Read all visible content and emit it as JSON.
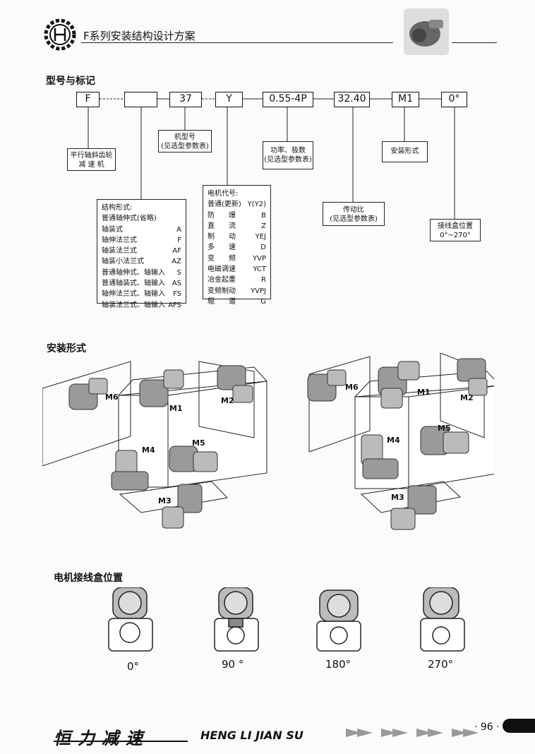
{
  "header": {
    "title": "F系列安装结构设计方案"
  },
  "model_section": {
    "title": "型号与标记",
    "codes": [
      "F",
      "",
      "37",
      "Y",
      "0.55-4P",
      "32.40",
      "M1",
      "0°"
    ],
    "desc_gear": [
      "平行轴斜齿轮",
      "减 速 机"
    ],
    "desc_frame": [
      "机型号",
      "(见选型参数表)"
    ],
    "desc_power": [
      "功率、极数",
      "(见选型参数表)"
    ],
    "desc_mount": "安装形式",
    "desc_ratio": [
      "传动比",
      "(见选型参数表)"
    ],
    "desc_box": [
      "接线盒位置",
      "0°~270°"
    ],
    "struct_title": "结构形式:",
    "struct_items": [
      {
        "n": "普通轴伸式(省略)",
        "c": ""
      },
      {
        "n": "轴装式",
        "c": "A"
      },
      {
        "n": "轴伸法兰式",
        "c": "F"
      },
      {
        "n": "轴装法兰式",
        "c": "AF"
      },
      {
        "n": "轴装小法兰式",
        "c": "AZ"
      },
      {
        "n": "普通轴伸式、轴输入",
        "c": "S"
      },
      {
        "n": "普通轴装式、轴输入",
        "c": "AS"
      },
      {
        "n": "轴伸法兰式、轴输入",
        "c": "FS"
      },
      {
        "n": "轴装法兰式、轴输入",
        "c": "AFS"
      }
    ],
    "motor_title": "电机代号:",
    "motor_items": [
      {
        "n": "普通(更新)",
        "c": "Y(Y2)"
      },
      {
        "n": "防　　爆",
        "c": "B"
      },
      {
        "n": "直　　流",
        "c": "Z"
      },
      {
        "n": "制　　动",
        "c": "YEJ"
      },
      {
        "n": "多　　速",
        "c": "D"
      },
      {
        "n": "变　　频",
        "c": "YVP"
      },
      {
        "n": "电磁调速",
        "c": "YCT"
      },
      {
        "n": "冶金起重",
        "c": "R"
      },
      {
        "n": "变频制动",
        "c": "YVPJ"
      },
      {
        "n": "辊　　道",
        "c": "G"
      }
    ]
  },
  "mount_section": {
    "title": "安装形式",
    "labels": [
      "M1",
      "M2",
      "M3",
      "M4",
      "M5",
      "M6"
    ]
  },
  "box_section": {
    "title": "电机接线盒位置",
    "angles": [
      "0°",
      "90 °",
      "180°",
      "270°"
    ]
  },
  "footer": {
    "brand_cn": "恒力减速",
    "brand_en": "HENG LI JIAN SU",
    "page": "· 96 ·"
  }
}
